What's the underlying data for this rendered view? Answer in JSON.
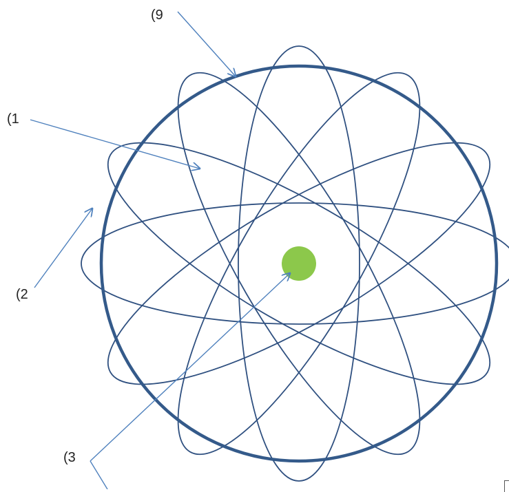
{
  "labels": {
    "outer_circle": "(9",
    "orbit_region": "(1",
    "orbit_path": "(2",
    "nucleus": "(3"
  },
  "colors": {
    "orbit_stroke": "#2f5080",
    "outer_circle_stroke": "#345a8a",
    "nucleus_fill": "#8cc84b",
    "arrow_stroke": "#4f81bd"
  },
  "orbit_count": 6
}
